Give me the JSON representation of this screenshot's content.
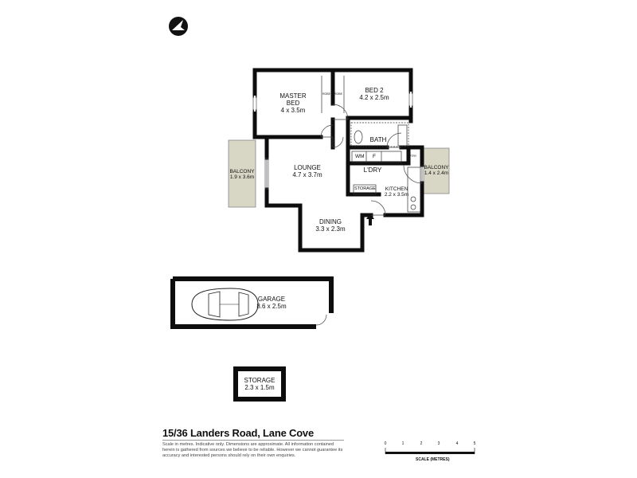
{
  "rooms": {
    "master_bed": {
      "name": "MASTER\nBED",
      "name_line1": "MASTER",
      "name_line2": "BED",
      "dim": "4 x 3.5m"
    },
    "bed2": {
      "name": "BED 2",
      "dim": "4.2 x 2.5m"
    },
    "bath": {
      "name": "BATH"
    },
    "lounge": {
      "name": "LOUNGE",
      "dim": "4.7 x 3.7m"
    },
    "balcony_left": {
      "name": "BALCONY",
      "dim": "1.9 x 3.6m"
    },
    "balcony_right": {
      "name": "BALCONY",
      "dim": "1.4 x 2.4m"
    },
    "laundry": {
      "name": "L'DRY",
      "wm": "WM",
      "f": "F"
    },
    "storage_inner": {
      "name": "STORAGE"
    },
    "kitchen": {
      "name": "KITCHEN",
      "dim": "2.2 x 3.5m"
    },
    "dining": {
      "name": "DINING",
      "dim": "3.3 x 2.3m"
    },
    "garage": {
      "name": "GARAGE",
      "dim": "8.6 x 2.5m"
    },
    "storage_outer": {
      "name": "STORAGE",
      "dim": "2.3 x 1.5m"
    },
    "robe1": "ROBE",
    "robe2": "ROBE",
    "pantry": "PTRY"
  },
  "footer": {
    "address": "15/36 Landers Road, Lane Cove",
    "disclaimer": "Scale in metres. Indicative only. Dimensions are approximate. All information contained herein is gathered from sources we believe to be reliable. However we cannot guarantee its accuracy and interested persons should rely on their own enquiries."
  },
  "scale_bar": {
    "ticks": [
      "0",
      "1",
      "2",
      "3",
      "4",
      "5"
    ],
    "title": "SCALE (METRES)"
  },
  "colors": {
    "wall": "#0d0d0d",
    "balcony_fill": "#d8d6c4",
    "background": "#ffffff"
  },
  "icons": [
    "north-arrow-icon",
    "car-icon",
    "entry-arrow-icon"
  ]
}
